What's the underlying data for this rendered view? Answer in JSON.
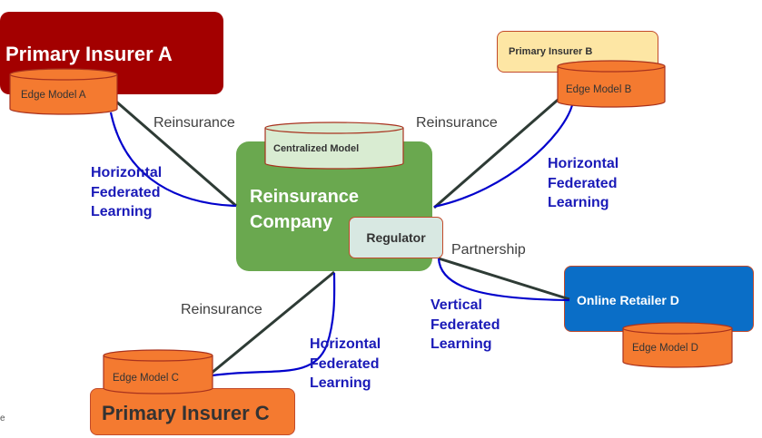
{
  "nodes": {
    "primary_insurer_a": "Primary Insurer A",
    "primary_insurer_b": "Primary Insurer B",
    "primary_insurer_c": "Primary Insurer C",
    "reinsurance_company": "Reinsurance Company",
    "regulator": "Regulator",
    "online_retailer_d": "Online Retailer D"
  },
  "models": {
    "edge_a": "Edge Model A",
    "edge_b": "Edge Model B",
    "edge_c": "Edge Model C",
    "edge_d": "Edge Model D",
    "centralized": "Centralized Model"
  },
  "edges": {
    "reinsurance_a": "Reinsurance",
    "reinsurance_b": "Reinsurance",
    "reinsurance_c": "Reinsurance",
    "partnership": "Partnership",
    "hfl_a": "Horizontal Federated Learning",
    "hfl_b": "Horizontal Federated Learning",
    "hfl_c": "Horizontal Federated Learning",
    "vfl_d": "Vertical Federated Learning"
  },
  "stray_text": "e",
  "colors": {
    "insurer_a": "#a30000",
    "insurer_b": "#fde6a4",
    "insurer_c": "#f47a30",
    "reinsurance": "#6aa84f",
    "retailer": "#0a6ec7",
    "edge_model": "#f47a30",
    "federated_learning_line": "#0000cc",
    "relationship_line": "#2e3b35"
  }
}
